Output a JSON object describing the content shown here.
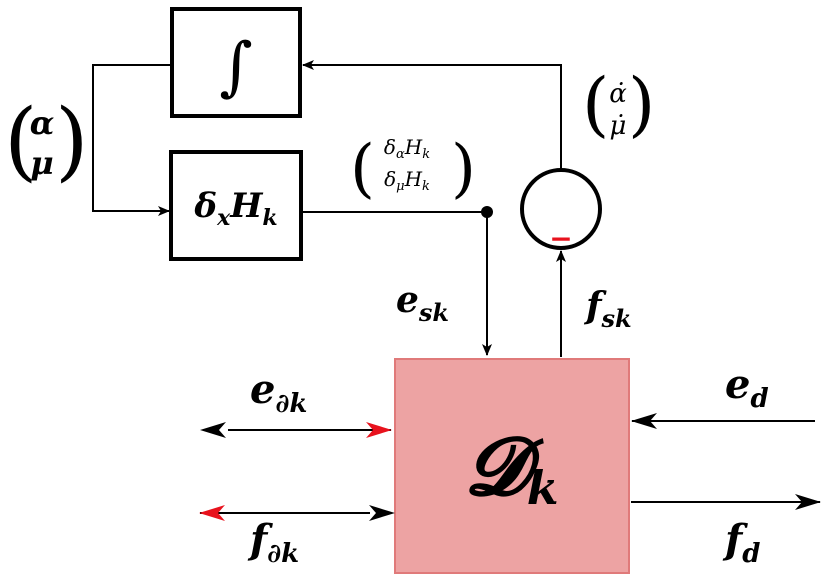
{
  "blocks": {
    "integrator": "∫",
    "gradient": {
      "main": "δ",
      "sub1": "x",
      "main2": "H",
      "sub2": "k"
    },
    "dirac": {
      "main": "𝓓",
      "sub": "k"
    },
    "junction_sign": "−"
  },
  "state_vector": {
    "top": "α",
    "bottom": "μ"
  },
  "state_derivative": {
    "top": "α̇",
    "bottom": "μ̇"
  },
  "gradient_vector": {
    "top": {
      "d": "δ",
      "ds": "α",
      "h": "H",
      "hs": "k"
    },
    "bottom": {
      "d": "δ",
      "ds": "μ",
      "h": "H",
      "hs": "k"
    }
  },
  "ports": {
    "e_sk": {
      "main": "e",
      "sub": "sk"
    },
    "f_sk": {
      "main": "f",
      "sub": "sk"
    },
    "e_boundary": {
      "main": "e",
      "sub": "∂k"
    },
    "f_boundary": {
      "main": "f",
      "sub": "∂k"
    },
    "e_d": {
      "main": "e",
      "sub": "d"
    },
    "f_d": {
      "main": "f",
      "sub": "d"
    }
  },
  "colors": {
    "dirac_fill": "#eda3a3",
    "dirac_stroke": "#e07a7a",
    "accent_red": "#e8121d",
    "line": "#000000"
  }
}
